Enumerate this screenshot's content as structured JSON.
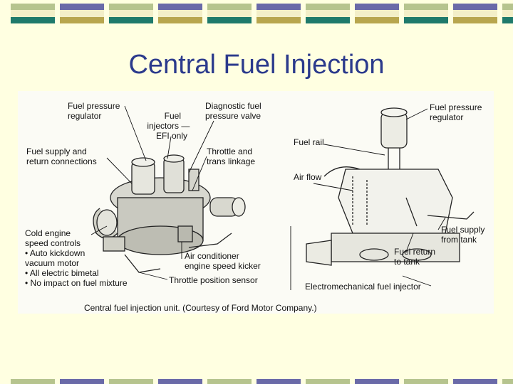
{
  "slide": {
    "title": "Central Fuel Injection",
    "colors": {
      "background": "#ffffe1",
      "title": "#2b3a8c",
      "stripe_purple": "#6a6aa8",
      "stripe_sage": "#b6c48e",
      "stripe_olive": "#b8a64e",
      "stripe_cream": "#f3efc8",
      "stripe_teal": "#1f7a6b"
    }
  },
  "figure": {
    "left_labels": {
      "fuel_pressure_regulator": [
        "Fuel pressure",
        "regulator"
      ],
      "fuel_injectors": [
        "Fuel",
        "injectors —",
        "EFI only"
      ],
      "diagnostic_valve": [
        "Diagnostic fuel",
        "pressure valve"
      ],
      "supply_return": [
        "Fuel supply and",
        "return connections"
      ],
      "throttle_linkage": [
        "Throttle and",
        "trans linkage"
      ],
      "cold_engine": [
        "Cold engine",
        "speed controls",
        "• Auto kickdown",
        "   vacuum motor",
        "• All electric bimetal",
        "• No impact on fuel mixture"
      ],
      "ac_kicker": [
        "Air conditioner",
        "engine speed kicker"
      ],
      "throttle_sensor": [
        "Throttle position sensor"
      ]
    },
    "right_labels": {
      "fuel_pressure_regulator": [
        "Fuel pressure",
        "regulator"
      ],
      "fuel_rail": [
        "Fuel rail"
      ],
      "air_flow": [
        "Air flow"
      ],
      "fuel_supply": [
        "Fuel supply",
        "from tank"
      ],
      "fuel_return": [
        "Fuel return",
        "to tank"
      ],
      "injector": [
        "Electromechanical fuel injector"
      ]
    },
    "caption": "Central fuel injection unit. (Courtesy of Ford Motor Company.)"
  }
}
